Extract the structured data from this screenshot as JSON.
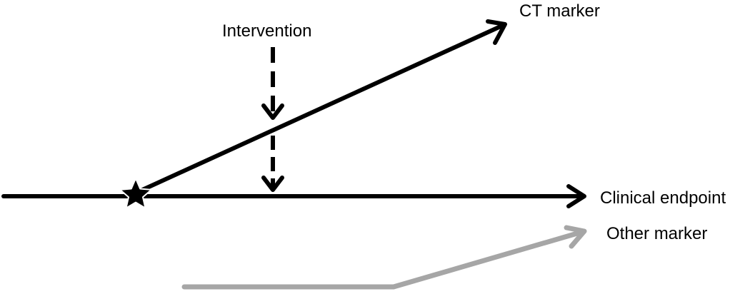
{
  "diagram": {
    "labels": {
      "ct_marker": "CT marker",
      "intervention": "Intervention",
      "clinical_endpoint": "Clinical endpoint",
      "other_marker": "Other marker"
    },
    "colors": {
      "main": "#000000",
      "other_marker": "#a6a6a6",
      "background": "#ffffff"
    },
    "icons": {
      "origin": "star-icon"
    }
  }
}
